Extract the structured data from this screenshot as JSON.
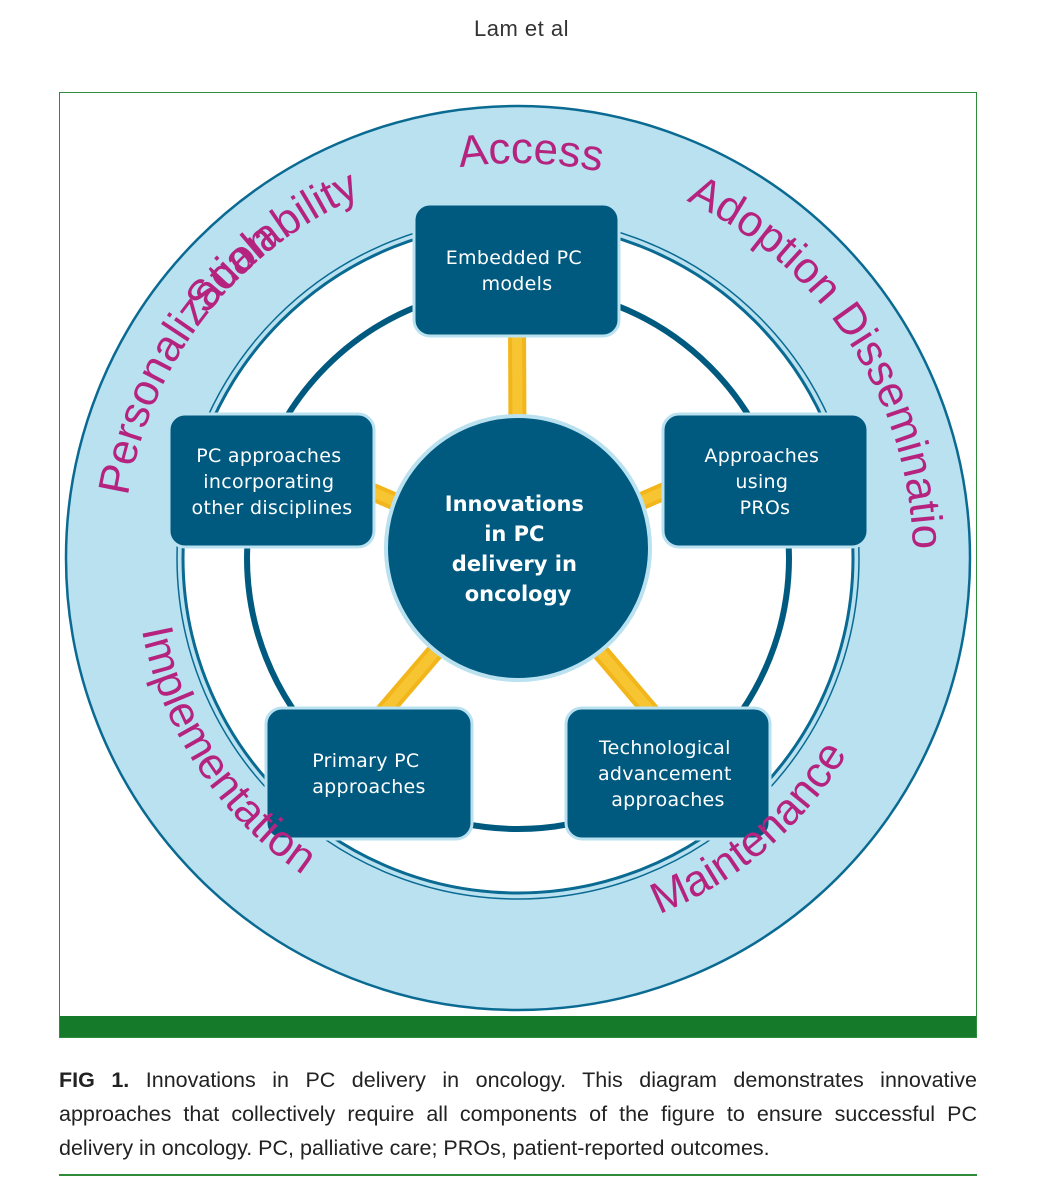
{
  "header": {
    "author": "Lam et al"
  },
  "diagram": {
    "center_lines": [
      "Innovations",
      "in PC",
      "delivery in",
      "oncology"
    ],
    "boxes": [
      {
        "id": "embedded",
        "lines": [
          "Embedded PC",
          "models"
        ]
      },
      {
        "id": "pros",
        "lines": [
          "Approaches",
          "using",
          "PROs"
        ]
      },
      {
        "id": "tech",
        "lines": [
          "Technological",
          "advancement",
          "approaches"
        ]
      },
      {
        "id": "primary",
        "lines": [
          "Primary PC",
          "approaches"
        ]
      },
      {
        "id": "disciplines",
        "lines": [
          "PC approaches",
          "incorporating",
          "other disciplines"
        ]
      }
    ],
    "ring_words": [
      "Access",
      "Adoption",
      "Dissemination",
      "Implementation",
      "Maintenance",
      "Personalization",
      "Scalability"
    ],
    "colors": {
      "ring_fill": "#b9e1f0",
      "box_fill": "#005a80",
      "spoke": "#f2b61b",
      "ring_text": "#b5237f",
      "frame": "#157a2a"
    }
  },
  "caption": {
    "label": "FIG 1.",
    "text": "Innovations in PC delivery in oncology. This diagram demonstrates innovative approaches that collectively require all components of the figure to ensure successful PC delivery in oncology. PC, palliative care; PROs, patient-reported outcomes."
  }
}
